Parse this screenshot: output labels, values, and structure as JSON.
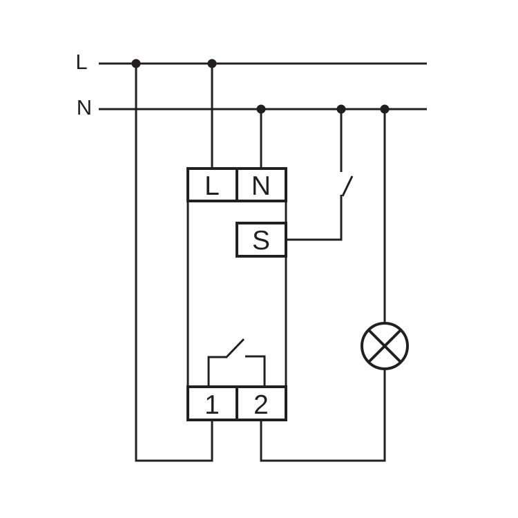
{
  "diagram_type": "electrical-wiring-diagram",
  "colors": {
    "line": "#231f20",
    "background": "#ffffff"
  },
  "power_bus": {
    "live_label": "L",
    "neutral_label": "N"
  },
  "device": {
    "terminals": {
      "live": "L",
      "neutral": "N",
      "control": "S",
      "contact_1": "1",
      "contact_2": "2"
    }
  },
  "symbols": {
    "junction": "filled-dot",
    "external_switch": "normally-open-switch",
    "relay_contact": "normally-open-contact",
    "load": "lamp"
  }
}
